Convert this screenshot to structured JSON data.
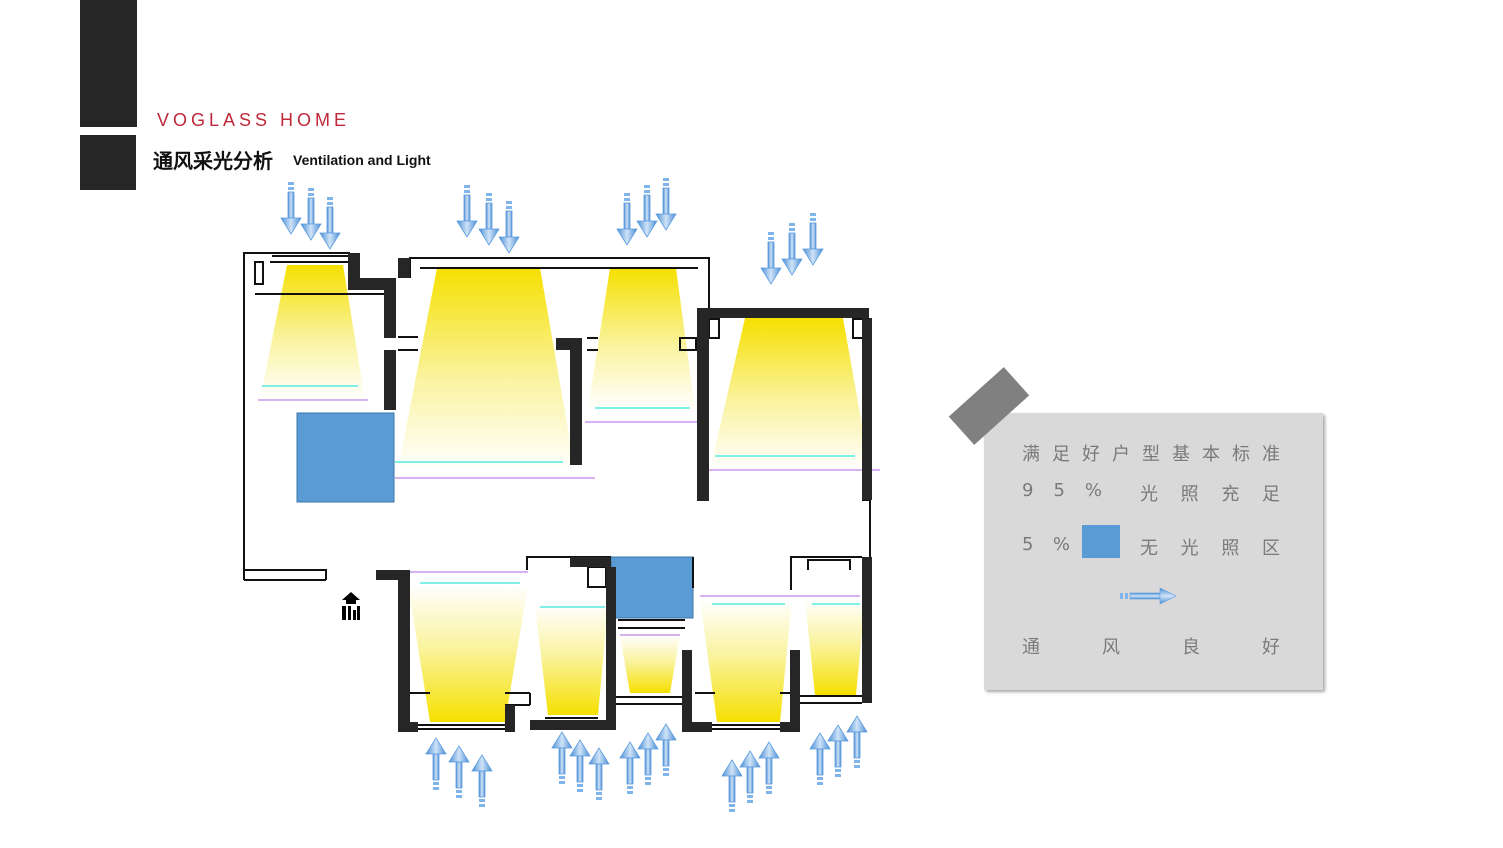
{
  "header": {
    "brand": "VOGLASS HOME",
    "title_cn": "通风采光分析",
    "title_en": "Ventilation and Light"
  },
  "legend": {
    "row1_chars": [
      "满",
      "足",
      "好",
      "户",
      "型",
      "基",
      "本",
      "标",
      "准"
    ],
    "row2_left": [
      "9",
      "5",
      "%"
    ],
    "row2_right": [
      "光",
      "照",
      "充",
      "足"
    ],
    "row3_left": [
      "5",
      "%"
    ],
    "row3_right": [
      "无",
      "光",
      "照",
      "区"
    ],
    "row4_chars": [
      "通",
      "风",
      "良",
      "好"
    ]
  },
  "colors": {
    "brand_red": "#c0283b",
    "dark_block": "#262626",
    "no_light_zone": "#5b9bd5",
    "arrow_blue": "#7fb5ea",
    "light_yellow": "#f5e000",
    "legend_bg": "#d9d9d9",
    "legend_text": "#7a7a7a"
  },
  "icons": {
    "entrance": "entrance-icon",
    "airflow": "airflow-arrow-icon"
  }
}
